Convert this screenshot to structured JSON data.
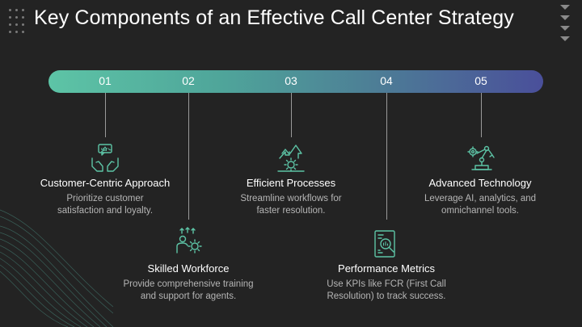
{
  "slide": {
    "title": "Key Components of an Effective Call Center Strategy",
    "accent_start": "#5dc4a6",
    "accent_end": "#4a4f9a",
    "background": "#232323"
  },
  "steps": [
    {
      "number": "01",
      "heading": "Customer-Centric Approach",
      "desc_lines": [
        "Prioritize customer",
        "satisfaction and loyalty."
      ],
      "icon": "hands-stars-icon"
    },
    {
      "number": "02",
      "heading": "Skilled Workforce",
      "desc_lines": [
        "Provide comprehensive training",
        "and support for agents."
      ],
      "icon": "person-gear-icon"
    },
    {
      "number": "03",
      "heading": "Efficient Processes",
      "desc_lines": [
        "Streamline workflows for",
        "faster resolution."
      ],
      "icon": "gear-arrows-icon"
    },
    {
      "number": "04",
      "heading": "Performance Metrics",
      "desc_lines": [
        "Use KPIs like FCR (First Call",
        "Resolution) to track success."
      ],
      "icon": "report-magnifier-icon"
    },
    {
      "number": "05",
      "heading": "Advanced Technology",
      "desc_lines": [
        "Leverage AI, analytics, and",
        "omnichannel tools."
      ],
      "icon": "robot-arm-icon"
    }
  ]
}
